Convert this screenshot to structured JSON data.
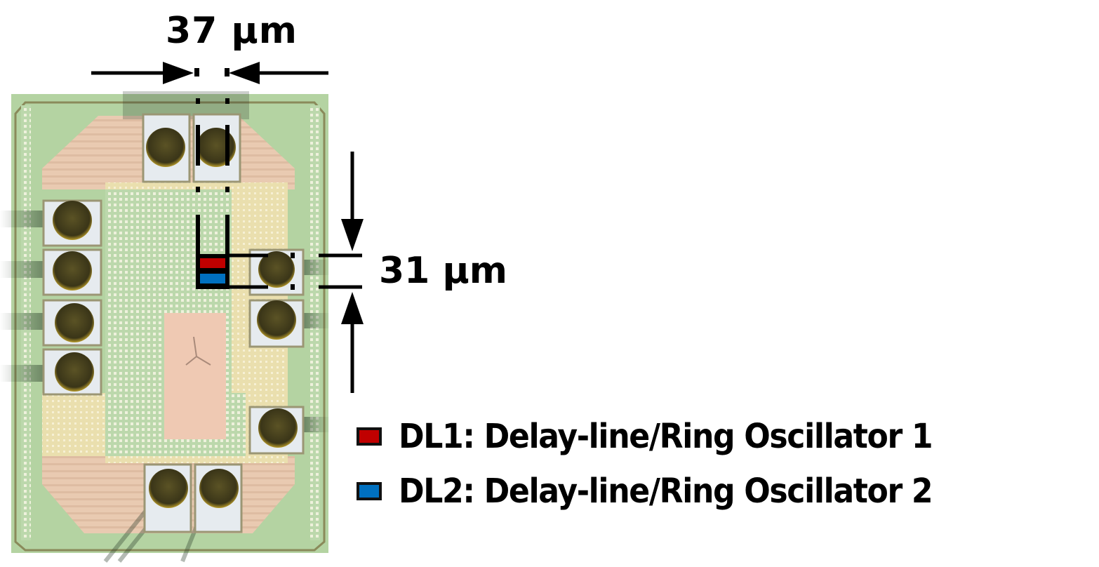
{
  "figure": {
    "type": "chip-micrograph-annotation",
    "dimension_horizontal": {
      "value": "37 µm",
      "orientation": "horizontal"
    },
    "dimension_vertical": {
      "value": "31 µm",
      "orientation": "vertical"
    },
    "colors": {
      "dl1": "#c00000",
      "dl2": "#0070c0",
      "die_green": "#b9d7a8",
      "die_pink": "#efc7b0",
      "die_yellow": "#ece3b0",
      "pad_white": "#e8edf2",
      "bond_ball": "#4a4420"
    },
    "legend": [
      {
        "id": "DL1",
        "label": "DL1: Delay-line/Ring Oscillator 1",
        "color": "#c00000"
      },
      {
        "id": "DL2",
        "label": "DL2: Delay-line/Ring Oscillator 2",
        "color": "#0070c0"
      }
    ]
  }
}
